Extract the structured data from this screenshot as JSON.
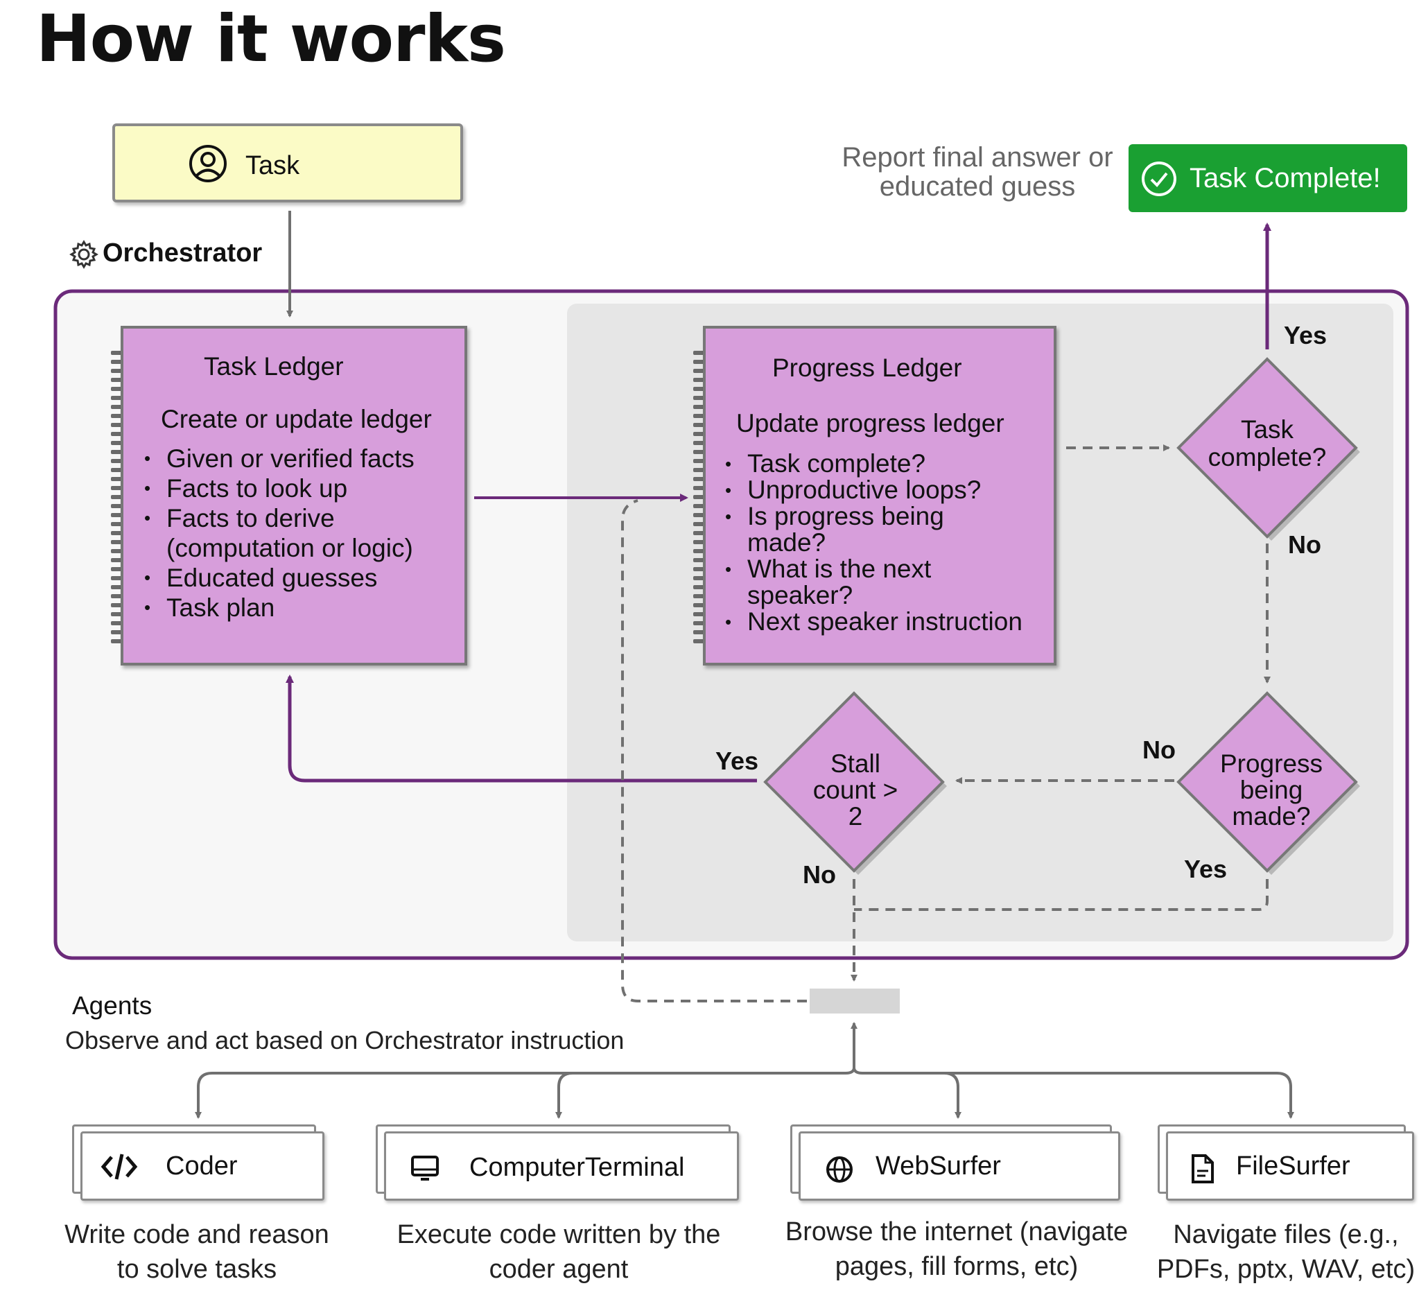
{
  "title": "How it works",
  "task": {
    "label": "Task",
    "icon": "user-circle-icon"
  },
  "orchestrator": {
    "label": "Orchestrator",
    "icon": "gear-icon"
  },
  "report_text": {
    "line1": "Report final answer or",
    "line2": "educated guess"
  },
  "complete": {
    "label": "Task Complete!",
    "icon": "check-circle-icon"
  },
  "task_ledger": {
    "title": "Task Ledger",
    "subtitle": "Create or update ledger",
    "items": [
      "Given or verified facts",
      "Facts to look up",
      "Facts to derive",
      "(computation or logic)",
      "Educated guesses",
      "Task plan"
    ]
  },
  "progress_ledger": {
    "title": "Progress Ledger",
    "subtitle": "Update progress ledger",
    "items": [
      "Task complete?",
      "Unproductive loops?",
      "Is progress being",
      "made?",
      "What is the next",
      "speaker?",
      "Next speaker instruction"
    ]
  },
  "decisions": {
    "task_complete": {
      "line1": "Task",
      "line2": "complete?"
    },
    "progress": {
      "line1": "Progress",
      "line2": "being",
      "line3": "made?"
    },
    "stall": {
      "line1": "Stall",
      "line2": "count >",
      "line3": "2"
    }
  },
  "edge_labels": {
    "complete_yes": "Yes",
    "complete_no": "No",
    "progress_no": "No",
    "progress_yes": "Yes",
    "stall_yes": "Yes",
    "stall_no": "No"
  },
  "agents_section": {
    "title": "Agents",
    "subtitle": "Observe and act based on Orchestrator instruction"
  },
  "agents": [
    {
      "name": "Coder",
      "icon": "code-icon",
      "desc1": "Write code and reason",
      "desc2": "to solve tasks"
    },
    {
      "name": "ComputerTerminal",
      "icon": "monitor-icon",
      "desc1": "Execute code written by the",
      "desc2": "coder agent"
    },
    {
      "name": "WebSurfer",
      "icon": "globe-icon",
      "desc1": "Browse the internet (navigate",
      "desc2": "pages, fill forms, etc)"
    },
    {
      "name": "FileSurfer",
      "icon": "file-icon",
      "desc1": "Navigate files (e.g.,",
      "desc2": "PDFs, pptx, WAV, etc)"
    }
  ],
  "colors": {
    "ledger_fill": "#d79edb",
    "orchestrator_border": "#6b2a7a",
    "arrow_purple": "#6b2a7a",
    "task_fill": "#fbfbc6",
    "complete_green": "#1aa032",
    "loop_bg": "#e6e6e6"
  }
}
